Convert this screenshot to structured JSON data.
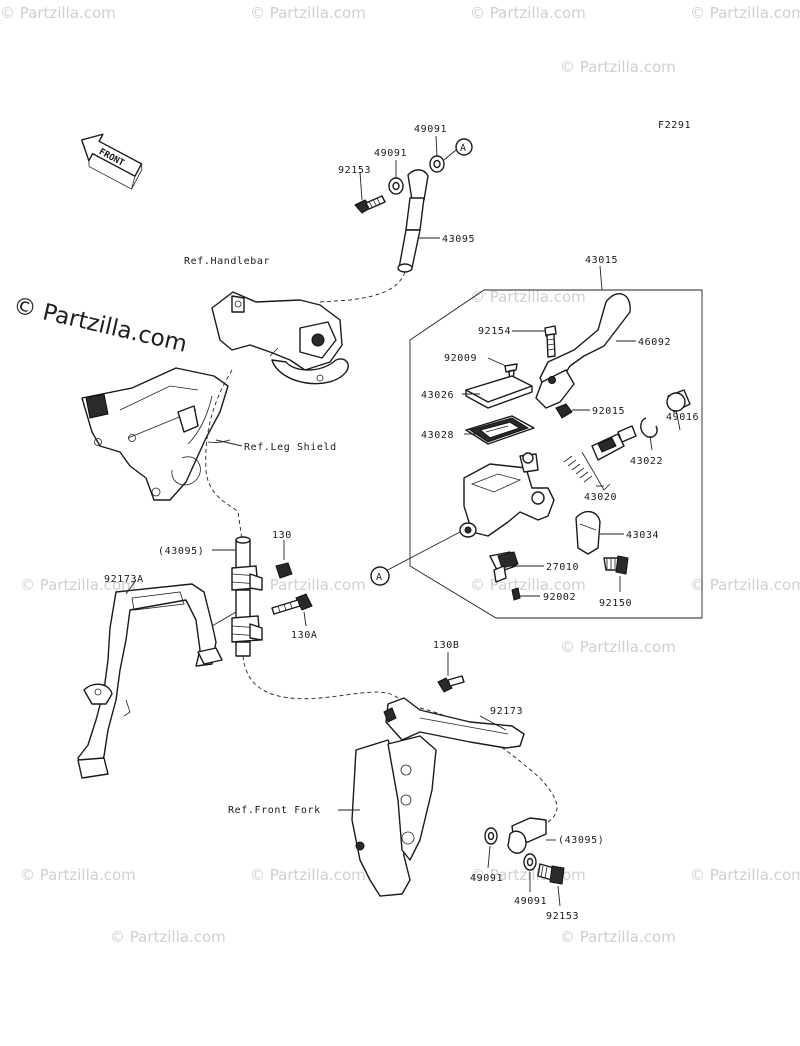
{
  "watermark": "© Partzilla.com",
  "diagram_code": "F2291",
  "front_arrow": "FRONT",
  "reference_mark": "A",
  "labels": {
    "p49091_top": "49091",
    "p49091_mid": "49091",
    "p92153_top": "92153",
    "p43095_top": "43095",
    "ref_handlebar": "Ref.Handlebar",
    "p43015": "43015",
    "p92154": "92154",
    "p46092": "46092",
    "p92009": "92009",
    "p43026": "43026",
    "p92015": "92015",
    "p49016": "49016",
    "p43028": "43028",
    "p43022": "43022",
    "ref_leg_shield": "Ref.Leg Shield",
    "p43020": "43020",
    "p43034": "43034",
    "p130": "130",
    "p43095_paren_left": "(43095)",
    "p27010": "27010",
    "p92173a": "92173A",
    "p92002": "92002",
    "p92150": "92150",
    "p130a": "130A",
    "p130b": "130B",
    "p92173": "92173",
    "ref_front_fork": "Ref.Front Fork",
    "p43095_paren_right": "(43095)",
    "p49091_bl": "49091",
    "p49091_br": "49091",
    "p92153_bottom": "92153"
  }
}
